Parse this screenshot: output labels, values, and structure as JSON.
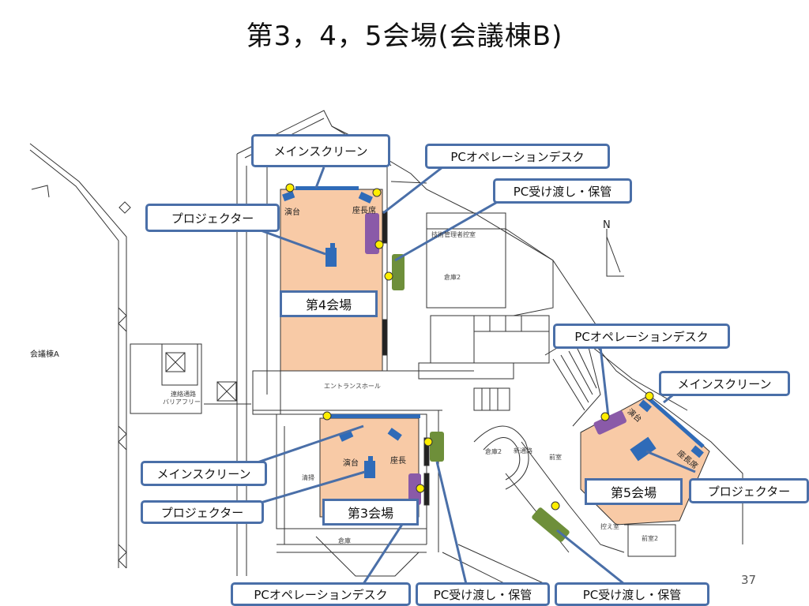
{
  "title": "第3，4，5会場(会議棟B)",
  "page_number": "37",
  "colors": {
    "room_fill": "#f8caa6",
    "callout_border": "#4a6fa8",
    "leader": "#4a6fa8",
    "operation_desk": "#8a5aa8",
    "pc_handover": "#6e8f3a",
    "equipment": "#2f6bb8",
    "marker": "#ffee00"
  },
  "rooms": {
    "room4": {
      "label": "第4会場",
      "podium": "演台",
      "chair": "座長席"
    },
    "room3": {
      "label": "第3会場",
      "podium": "演台",
      "chair": "座長"
    },
    "room5": {
      "label": "第5会場",
      "podium": "演台",
      "chair": "座長席"
    }
  },
  "callouts": {
    "c1": "メインスクリーン",
    "c2": "PCオペレーションデスク",
    "c3": "PC受け渡し・保管",
    "c4": "プロジェクター",
    "c5": "PCオペレーションデスク",
    "c6": "メインスクリーン",
    "c7": "メインスクリーン",
    "c8": "プロジェクター",
    "c9": "プロジェクター",
    "c10": "PCオペレーションデスク",
    "c11": "PC受け渡し・保管",
    "c12": "PC受け渡し・保管"
  },
  "map_labels": {
    "building_a": "会議棟A",
    "passage": "連絡通路",
    "barrier_free": "バリアフリー",
    "entrance_hall": "エントランスホール",
    "north": "N",
    "tech_room": "技術管理者控室",
    "storage2": "倉庫2",
    "storage": "倉庫",
    "storage2b": "倉庫2",
    "front_room": "前室",
    "front_room2": "前室2",
    "new_passage": "新通路",
    "cleaning": "清掃",
    "reception": "控え室"
  }
}
